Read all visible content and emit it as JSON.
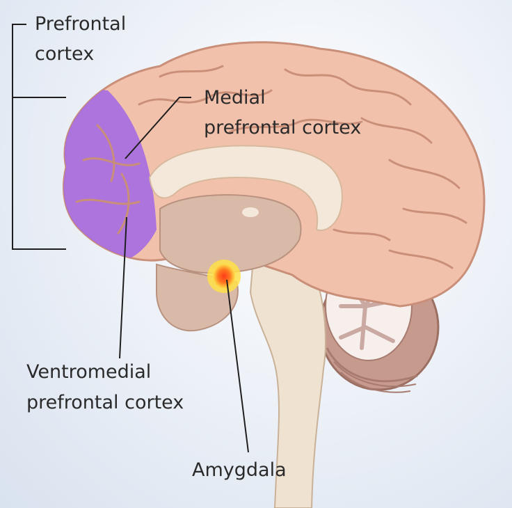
{
  "labels": {
    "prefrontal_cortex": [
      "Prefrontal",
      "cortex"
    ],
    "medial_prefrontal_cortex": [
      "Medial",
      "prefrontal cortex"
    ],
    "ventromedial_prefrontal_cortex": [
      "Ventromedial",
      "prefrontal cortex"
    ],
    "amygdala": "Amygdala"
  },
  "colors": {
    "cortex": "#f2c1ab",
    "cortex_fold": "#c98f79",
    "prefrontal_highlight": "#a66ee0",
    "white_matter": "#f4e8da",
    "deep_structures": "#d9b9a8",
    "cerebellum": "#c79a8e",
    "brainstem": "#f0e2d0",
    "amygdala": "#ff5a1f",
    "amygdala_glow": "#ffd23a",
    "leader_line": "#1e1e1e"
  }
}
